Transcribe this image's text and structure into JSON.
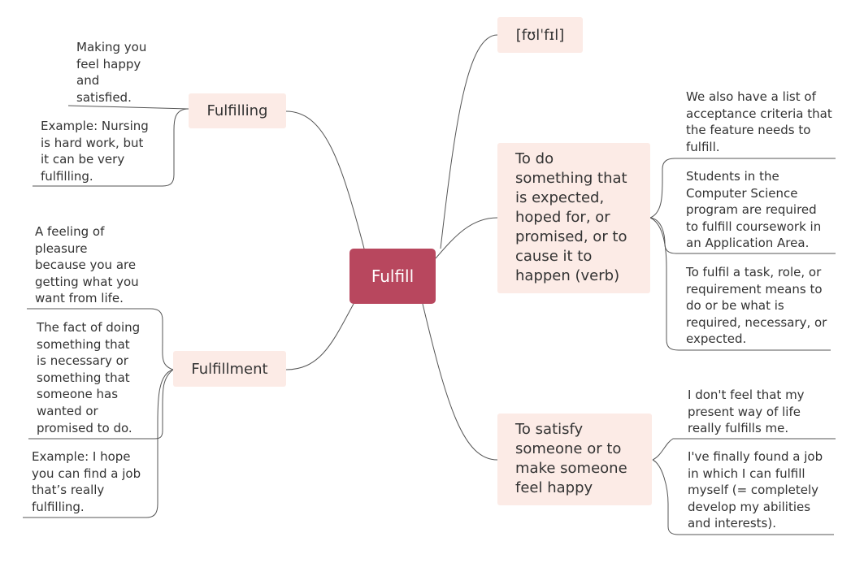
{
  "central": {
    "label": "Fulfill"
  },
  "left_topics": [
    {
      "label": "Fulfilling",
      "leaves": [
        "Making you\nfeel happy\nand\nsatisfied.",
        "Example: Nursing\nis hard work, but\nit can be very\nfulfilling."
      ]
    },
    {
      "label": "Fulfillment",
      "leaves": [
        "A feeling of\npleasure\nbecause you are\ngetting what you\nwant from life.",
        "The fact of doing\nsomething that\nis necessary or\nsomething that\nsomeone has\nwanted or\npromised to do.",
        "Example: I hope\nyou can find a job\nthat’s really\nfulfilling."
      ]
    }
  ],
  "right_topics": [
    {
      "label": "[fʊlˈfɪl]",
      "leaves": []
    },
    {
      "label": "To do\nsomething that\nis expected,\nhoped for, or\npromised, or to\ncause it to\nhappen (verb)",
      "leaves": [
        "We also have a list of\nacceptance criteria that\nthe feature needs to\nfulfill.",
        "Students in the\nComputer Science\nprogram are required\nto fulfill coursework in\nan Application Area.",
        "To fulfil a task, role, or\nrequirement means to\ndo or be what is\nrequired, necessary, or\nexpected."
      ]
    },
    {
      "label": "To satisfy\nsomeone or to\nmake someone\nfeel happy",
      "leaves": [
        "I don't feel that my\npresent way of life\nreally fulfills me.",
        "I've finally found a job\nin which I can fulfill\nmyself (= completely\ndevelop my abilities\nand interests)."
      ]
    }
  ],
  "colors": {
    "central_fill": "#b8475e",
    "topic_fill": "#fcebe6",
    "connector": "#555555",
    "text": "#333333"
  }
}
